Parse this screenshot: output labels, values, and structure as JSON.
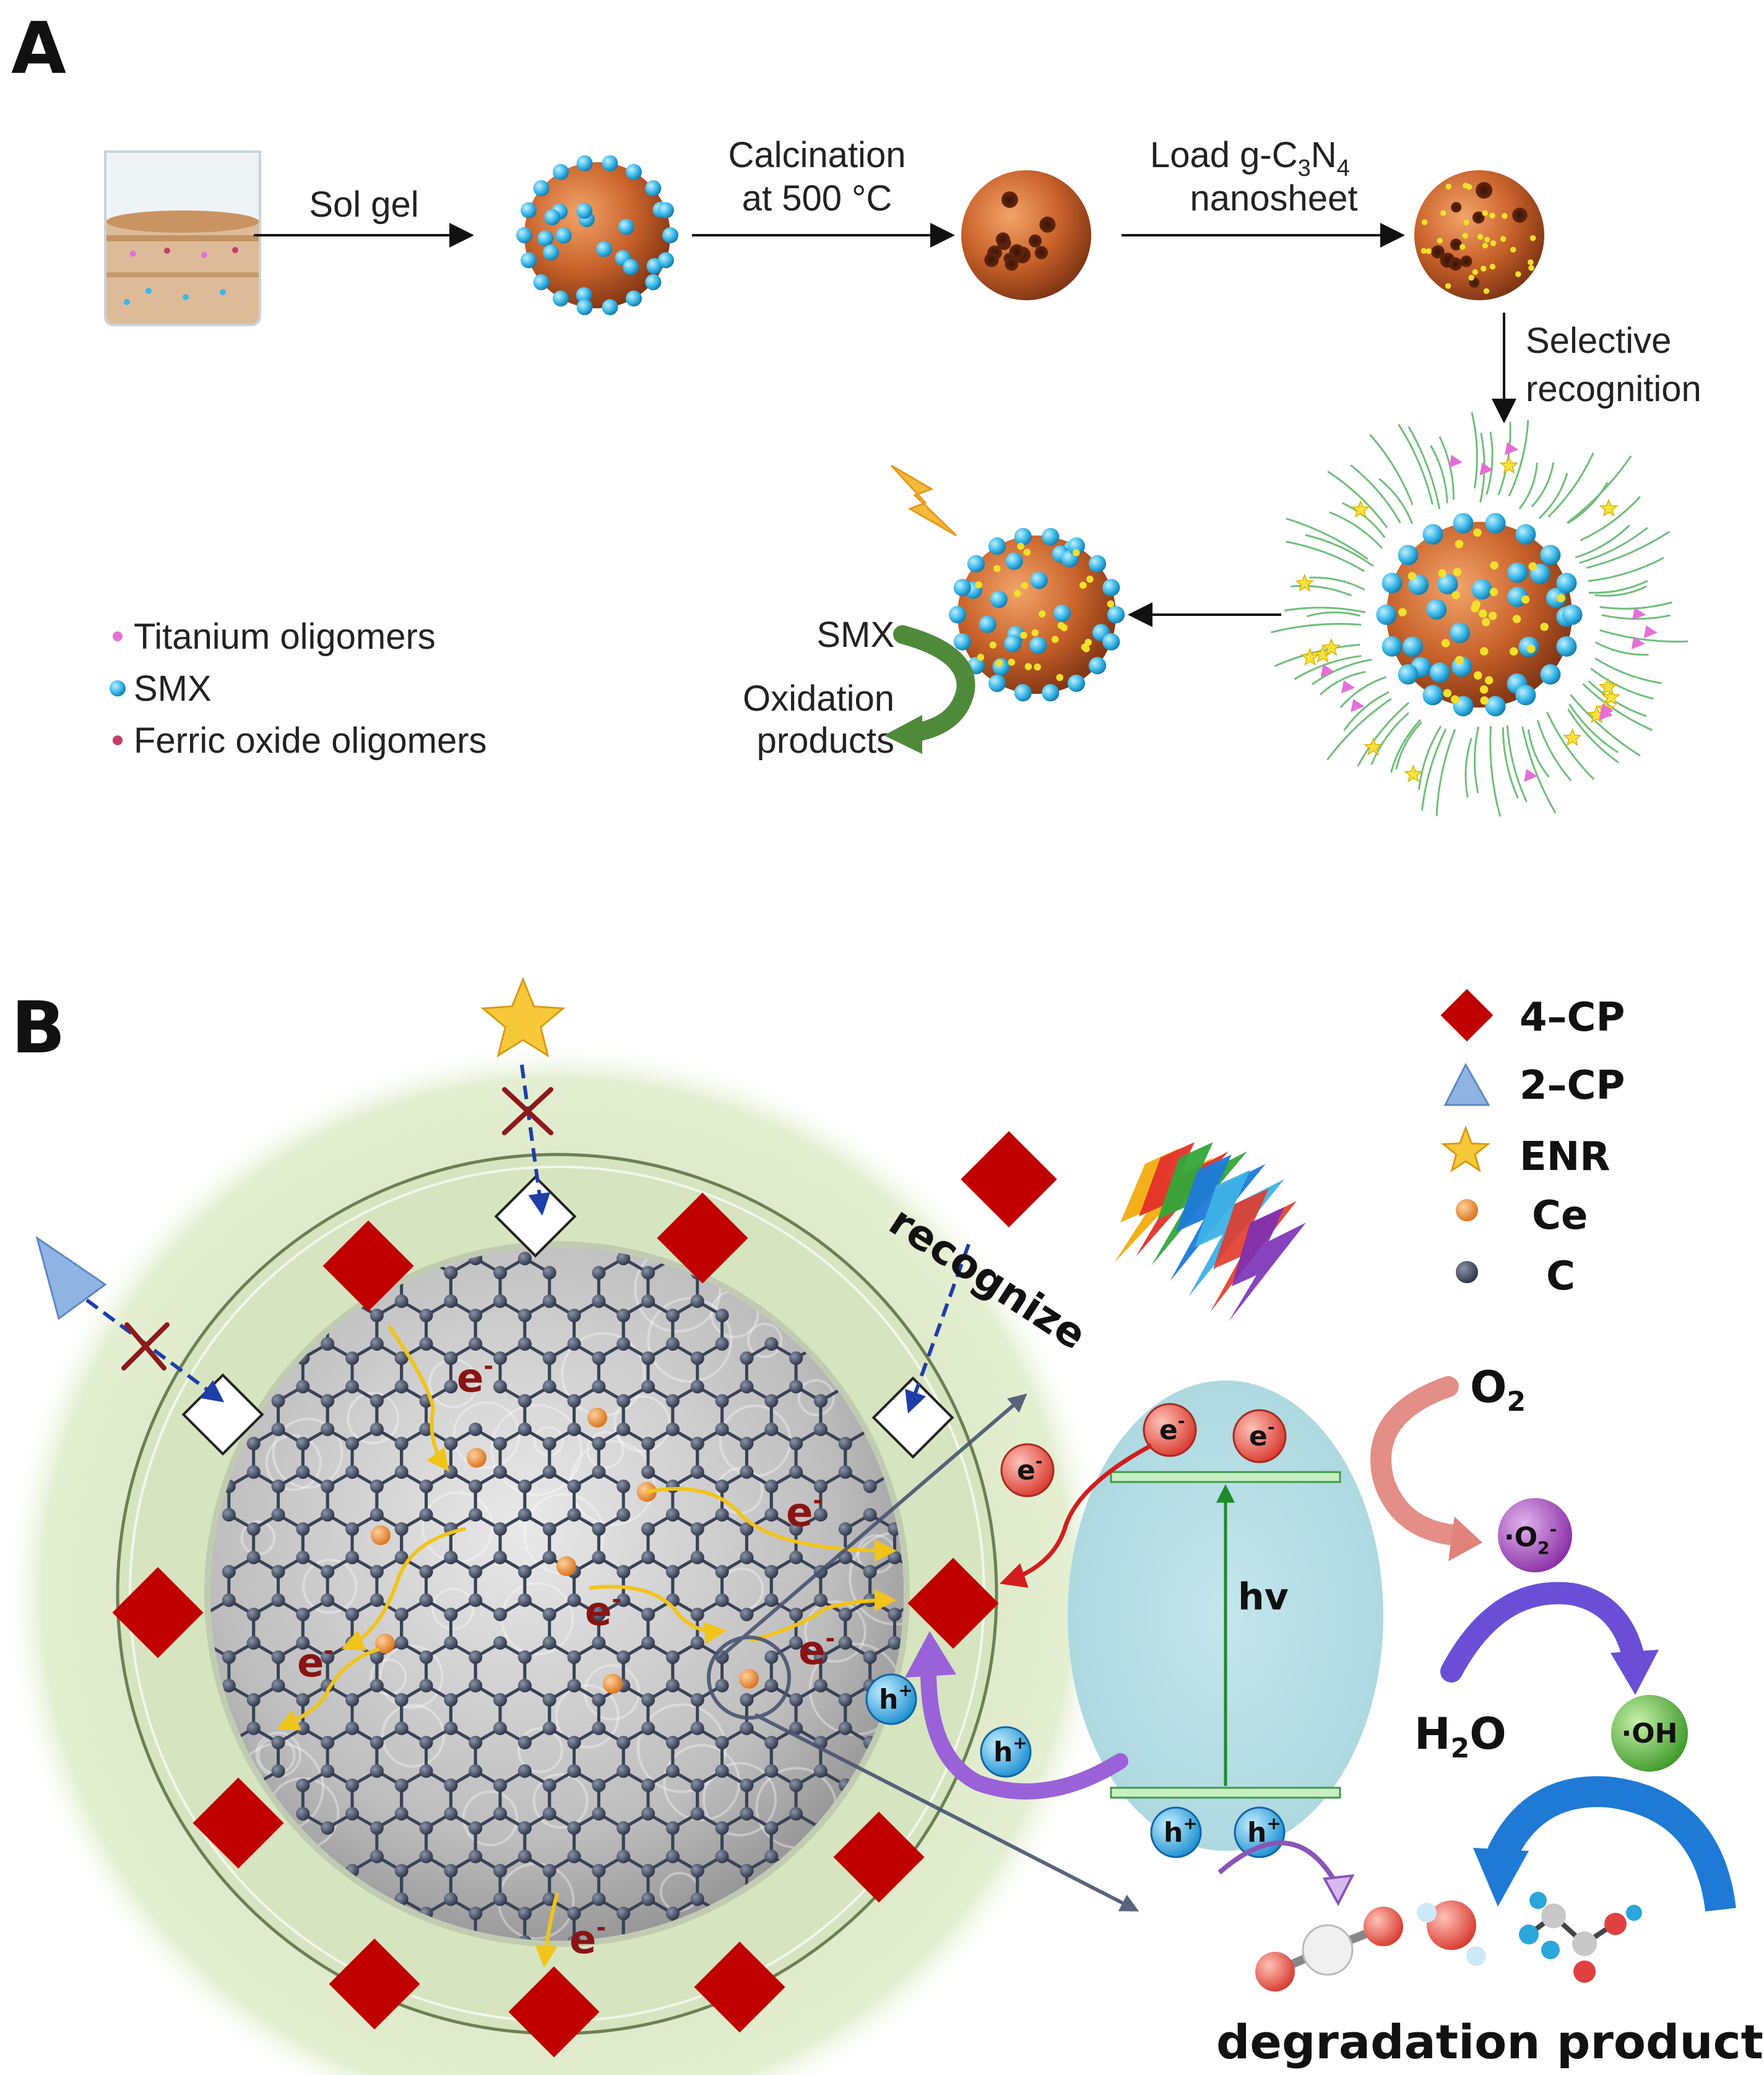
{
  "panelA": {
    "label": "A",
    "steps": {
      "sol_gel": "Sol gel",
      "calcination_line1": "Calcination",
      "calcination_line2": "at 500 °C",
      "load_prefix": "Load g-C",
      "load_sub1": "3",
      "load_mid": "N",
      "load_sub2": "4",
      "load_line2": "nanosheet",
      "selective_line1": "Selective",
      "selective_line2": "recognition"
    },
    "smx_cycle": {
      "smx": "SMX",
      "oxidation_line1": "Oxidation",
      "oxidation_line2": "products"
    },
    "legend": [
      {
        "label": "Titanium oligomers",
        "color": "#e46fd6"
      },
      {
        "label": "SMX",
        "color": "#3ab8e6"
      },
      {
        "label": "Ferric oxide oligomers",
        "color": "#c2406a"
      }
    ]
  },
  "panelB": {
    "label": "B",
    "recognize": "recognize",
    "electron": "e",
    "electron_sup": "-",
    "hole": "h",
    "hole_sup": "+",
    "hv": "hv",
    "o2": "O",
    "o2_sub": "2",
    "superoxide": "·O",
    "superoxide_sub": "2",
    "superoxide_sup": "-",
    "h2o_h": "H",
    "h2o_sub": "2",
    "h2o_o": "O",
    "hydroxyl": "·OH",
    "degradation": "degradation products",
    "legend": [
      {
        "label": "4–CP",
        "shape": "diamond",
        "color": "#c00000"
      },
      {
        "label": "2–CP",
        "shape": "triangle",
        "color": "#8fb4e3"
      },
      {
        "label": "ENR",
        "shape": "star",
        "color": "#f7c83a"
      },
      {
        "label": "Ce",
        "shape": "dot",
        "color": "#e8862e"
      },
      {
        "label": "C",
        "shape": "dot",
        "color": "#3b4256"
      }
    ]
  }
}
